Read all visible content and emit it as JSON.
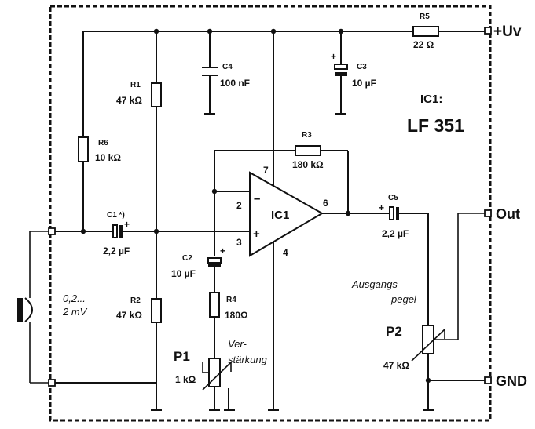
{
  "terminals": {
    "supply": "+Uv",
    "out": "Out",
    "gnd": "GND"
  },
  "ic": {
    "name": "IC1:",
    "type": "LF 351",
    "symbol": "IC1",
    "pin2": "2",
    "pin3": "3",
    "pin4": "4",
    "pin6": "6",
    "pin7": "7",
    "minus": "–",
    "plus": "+"
  },
  "r1": {
    "name": "R1",
    "value": "47 kΩ"
  },
  "r2": {
    "name": "R2",
    "value": "47 kΩ"
  },
  "r3": {
    "name": "R3",
    "value": "180 kΩ"
  },
  "r4": {
    "name": "R4",
    "value": "180Ω"
  },
  "r5": {
    "name": "R5",
    "value": "22 Ω"
  },
  "r6": {
    "name": "R6",
    "value": "10 kΩ"
  },
  "c1": {
    "name": "C1 *)",
    "value": "2,2 µF"
  },
  "c2": {
    "name": "C2",
    "value": "10  µF"
  },
  "c3": {
    "name": "C3",
    "value": "10 µF"
  },
  "c4": {
    "name": "C4",
    "value": "100 nF"
  },
  "c5": {
    "name": "C5",
    "value": "2,2 µF"
  },
  "p1": {
    "name": "P1",
    "value": "1 kΩ",
    "note1": "Ver-",
    "note2": "stärkung"
  },
  "p2": {
    "name": "P2",
    "value": "47 kΩ",
    "note1": "Ausgangs-",
    "note2": "pegel"
  },
  "mic": {
    "level1": "0,2...",
    "level2": "2 mV"
  },
  "polarity": "+"
}
